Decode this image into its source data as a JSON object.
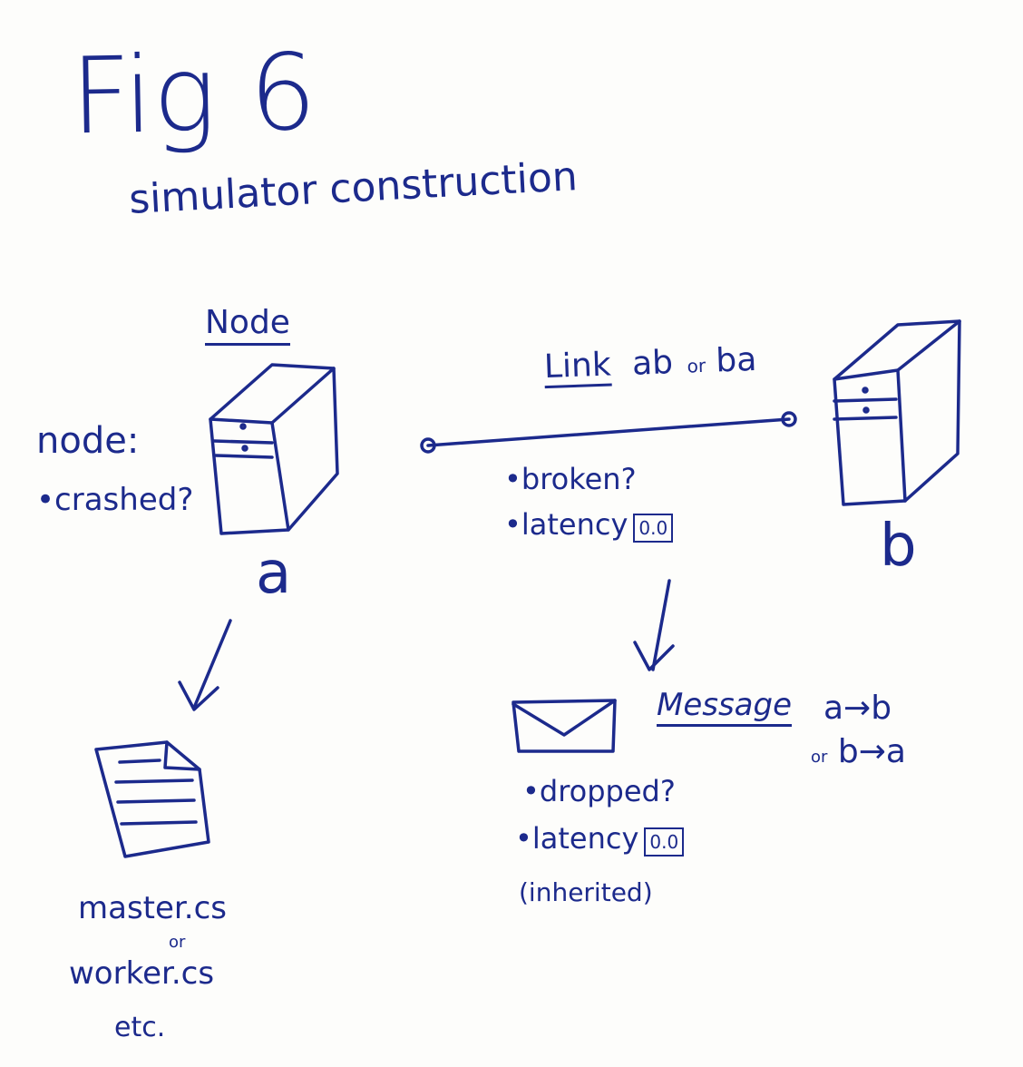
{
  "diagram": {
    "title": "Fig 6",
    "subtitle": "simulator construction",
    "node_section": {
      "heading": "Node",
      "props_label": "node:",
      "prop_1": "•crashed?",
      "node_a_label": "a"
    },
    "link_section": {
      "heading": "Link",
      "names": "ab",
      "or_text": "or",
      "names_alt": "ba",
      "prop_broken": "•broken?",
      "prop_latency": "•latency",
      "latency_value": "0.0"
    },
    "node_b_label": "b",
    "message_section": {
      "heading": "Message",
      "dir_1": "a→b",
      "or_text": "or",
      "dir_2": "b→a",
      "prop_dropped": "•dropped?",
      "prop_latency": "•latency",
      "latency_value": "0.0",
      "inherited_note": "(inherited)"
    },
    "file_section": {
      "file_1": "master.cs",
      "or_text": "or",
      "file_2": "worker.cs",
      "etc_text": "etc."
    },
    "ink_color": "#1c2a8c",
    "icons": [
      "server-icon",
      "link-line",
      "arrow-down-icon",
      "envelope-icon",
      "document-icon"
    ]
  }
}
